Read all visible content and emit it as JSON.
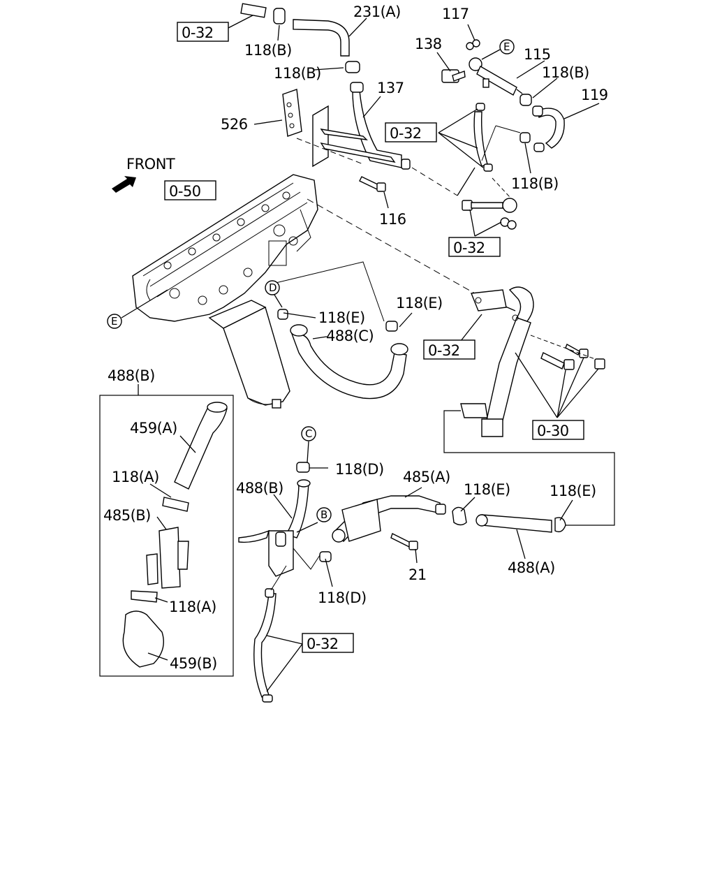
{
  "front_label": "FRONT",
  "refs": {
    "r032_a": "0-32",
    "r032_b": "0-32",
    "r032_c": "0-32",
    "r032_d": "0-32",
    "r032_e": "0-32",
    "r050": "0-50",
    "r030": "0-30"
  },
  "parts": {
    "p231a": "231(A)",
    "p117": "117",
    "p138": "138",
    "p115": "115",
    "p118b_1": "118(B)",
    "p118b_2": "118(B)",
    "p118b_3": "118(B)",
    "p118b_4": "118(B)",
    "p137": "137",
    "p119": "119",
    "p526": "526",
    "p116": "116",
    "p118e_1": "118(E)",
    "p118e_2": "118(E)",
    "p118e_3": "118(E)",
    "p118e_4": "118(E)",
    "p488c": "488(C)",
    "p488b_box": "488(B)",
    "p488b": "488(B)",
    "p459a": "459(A)",
    "p459b": "459(B)",
    "p118a_1": "118(A)",
    "p118a_2": "118(A)",
    "p485b": "485(B)",
    "p485a": "485(A)",
    "p118d_1": "118(D)",
    "p118d_2": "118(D)",
    "p21": "21",
    "p488a": "488(A)"
  },
  "circles": {
    "c_e_top": "E",
    "c_e_left": "E",
    "c_d": "D",
    "c_c": "C",
    "c_b": "B"
  }
}
